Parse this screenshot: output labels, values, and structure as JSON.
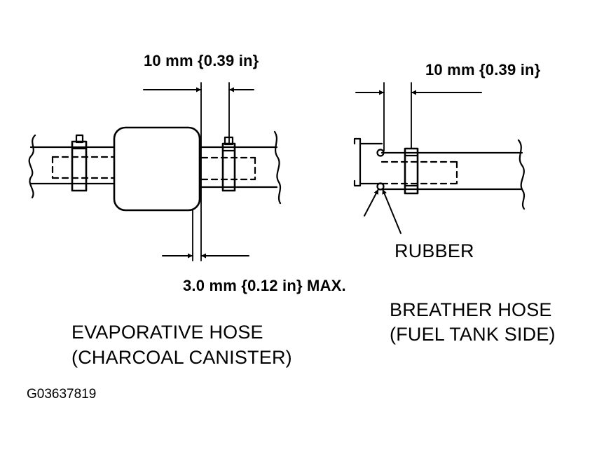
{
  "evap": {
    "dim_top": "10 mm {0.39 in}",
    "dim_bottom": "3.0 mm {0.12 in} MAX.",
    "caption_line1": "EVAPORATIVE HOSE",
    "caption_line2": "(CHARCOAL CANISTER)"
  },
  "breather": {
    "dim_top": "10 mm {0.39 in}",
    "callout": "RUBBER",
    "caption_line1": "BREATHER HOSE",
    "caption_line2": "(FUEL TANK SIDE)"
  },
  "figure_code": "G03637819",
  "colors": {
    "ink": "#000000",
    "paper": "#ffffff"
  }
}
